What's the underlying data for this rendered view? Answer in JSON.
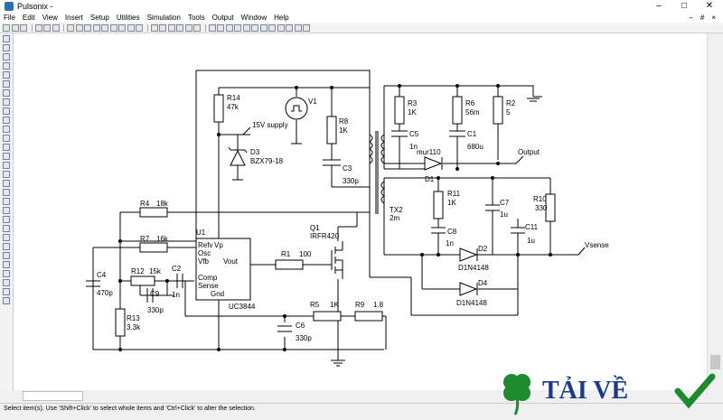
{
  "window": {
    "title": "Pulsonix -",
    "minimize": "–",
    "maximize": "□",
    "close": "✕"
  },
  "menu": {
    "items": [
      "File",
      "Edit",
      "View",
      "Insert",
      "Setup",
      "Utilities",
      "Simulation",
      "Tools",
      "Output",
      "Window",
      "Help"
    ],
    "right": [
      "–",
      "#",
      "×"
    ]
  },
  "schematic": {
    "u1": {
      "ref": "U1",
      "part": "UC3844",
      "pins": {
        "refv": "Refv",
        "vp": "Vp",
        "osc": "Osc",
        "vfb": "Vfb",
        "vout": "Vout",
        "comp": "Comp",
        "sense": "Sense",
        "gnd": "Gnd"
      }
    },
    "q1": {
      "ref": "Q1",
      "part": "IRFR420"
    },
    "r14": {
      "ref": "R14",
      "value": "47k"
    },
    "v1": {
      "ref": "V1"
    },
    "supply": {
      "label": "15V supply"
    },
    "d3": {
      "ref": "D3",
      "part": "BZX79-18"
    },
    "r8": {
      "ref": "R8",
      "value": "1K"
    },
    "c3": {
      "ref": "C3",
      "value": "330p"
    },
    "r4": {
      "ref": "R4",
      "value": "18k"
    },
    "r7": {
      "ref": "R7",
      "value": "16k"
    },
    "c4": {
      "ref": "C4",
      "value": "470p"
    },
    "r12": {
      "ref": "R12",
      "value": "15k"
    },
    "c2": {
      "ref": "C2",
      "value": "1n"
    },
    "c9": {
      "ref": "C9",
      "value": "330p"
    },
    "r13": {
      "ref": "R13",
      "value": "3.3k"
    },
    "r1": {
      "ref": "R1",
      "value": "100"
    },
    "r5": {
      "ref": "R5",
      "value": "1K"
    },
    "r9": {
      "ref": "R9",
      "value": "1.8"
    },
    "c6": {
      "ref": "C6",
      "value": "330p"
    },
    "r3": {
      "ref": "R3",
      "value": "1K"
    },
    "c5": {
      "ref": "C5",
      "value": "1n"
    },
    "r6": {
      "ref": "R6",
      "value": "56m"
    },
    "c1": {
      "ref": "C1",
      "value": "680u"
    },
    "r2": {
      "ref": "R2",
      "value": "5"
    },
    "d1": {
      "ref": "D1",
      "part": "mur110"
    },
    "output": {
      "label": "Output"
    },
    "tx2": {
      "ref": "TX2",
      "value": "2m"
    },
    "r11": {
      "ref": "R11",
      "value": "1K"
    },
    "c7": {
      "ref": "C7",
      "value": "1u"
    },
    "r10": {
      "ref": "R10",
      "value": "330"
    },
    "c8": {
      "ref": "C8",
      "value": "1n"
    },
    "c11": {
      "ref": "C11",
      "value": "1u"
    },
    "d2": {
      "ref": "D2",
      "part": "D1N4148"
    },
    "d4": {
      "ref": "D4",
      "part": "D1N4148"
    },
    "vsense": {
      "label": "Vsense"
    }
  },
  "status": {
    "text": "Select item(s). Use 'Shift+Click' to select whole items and 'Ctrl+Click' to alter the selection."
  },
  "watermark": {
    "text": "TẢI VỀ"
  },
  "colors": {
    "canvas": "#ffffff",
    "logo_green": "#1d8a2e",
    "logo_blue": "#1e3a8a"
  }
}
